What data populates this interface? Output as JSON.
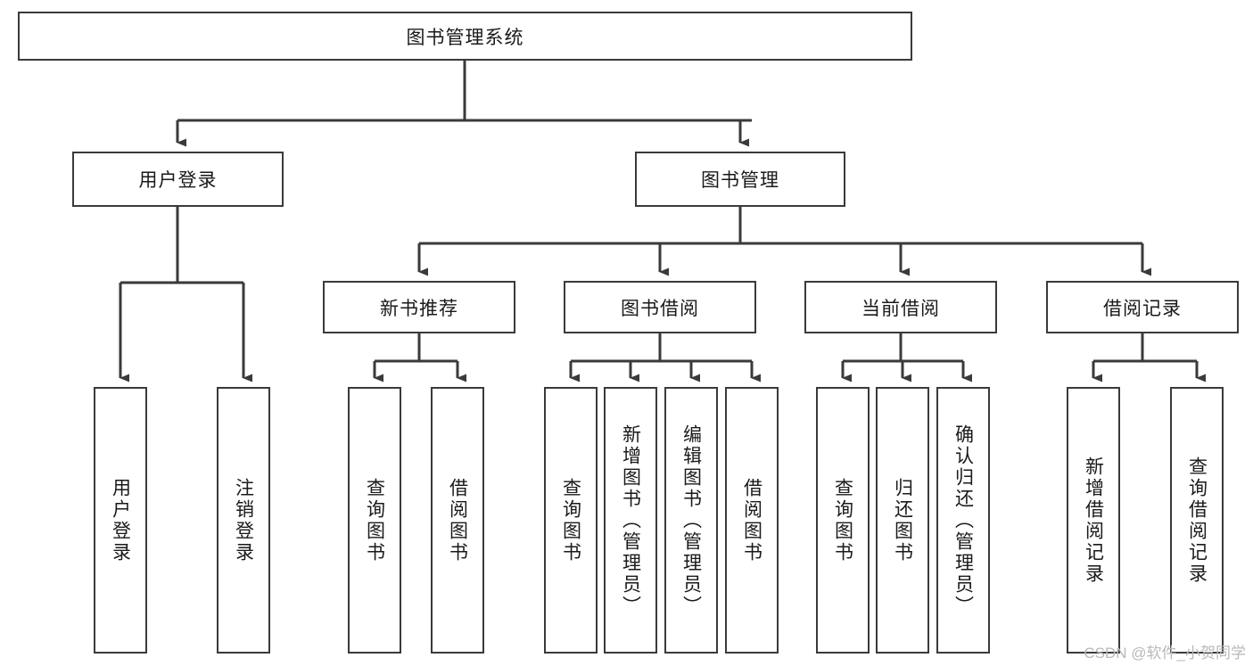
{
  "diagram": {
    "type": "tree-hierarchy",
    "title": "图书管理系统",
    "watermark": "CSDN @软件_小贺同学",
    "colors": {
      "border": "#3a3a3a",
      "fill": "#ffffff",
      "text": "#1a1a1a",
      "connector": "#3a3a3a",
      "watermark": "#b9b9b9"
    },
    "nodes": {
      "root": {
        "label": "图书管理系统",
        "orientation": "horizontal"
      },
      "level2": [
        {
          "label": "用户登录",
          "orientation": "horizontal"
        },
        {
          "label": "图书管理",
          "orientation": "horizontal"
        }
      ],
      "level3": [
        {
          "label": "新书推荐",
          "orientation": "horizontal"
        },
        {
          "label": "图书借阅",
          "orientation": "horizontal"
        },
        {
          "label": "当前借阅",
          "orientation": "horizontal"
        },
        {
          "label": "借阅记录",
          "orientation": "horizontal"
        }
      ],
      "leaves_user_login": [
        {
          "label": "用户登录",
          "orientation": "vertical"
        },
        {
          "label": "注销登录",
          "orientation": "vertical"
        }
      ],
      "leaves_new_book": [
        {
          "label": "查询图书",
          "orientation": "vertical"
        },
        {
          "label": "借阅图书",
          "orientation": "vertical"
        }
      ],
      "leaves_borrow": [
        {
          "label": "查询图书",
          "orientation": "vertical"
        },
        {
          "label": "新增图书（管理员）",
          "orientation": "vertical"
        },
        {
          "label": "编辑图书（管理员）",
          "orientation": "vertical"
        },
        {
          "label": "借阅图书",
          "orientation": "vertical"
        }
      ],
      "leaves_current": [
        {
          "label": "查询图书",
          "orientation": "vertical"
        },
        {
          "label": "归还图书",
          "orientation": "vertical"
        },
        {
          "label": "确认归还（管理员）",
          "orientation": "vertical"
        }
      ],
      "leaves_records": [
        {
          "label": "新增借阅记录",
          "orientation": "vertical"
        },
        {
          "label": "查询借阅记录",
          "orientation": "vertical"
        }
      ]
    }
  }
}
